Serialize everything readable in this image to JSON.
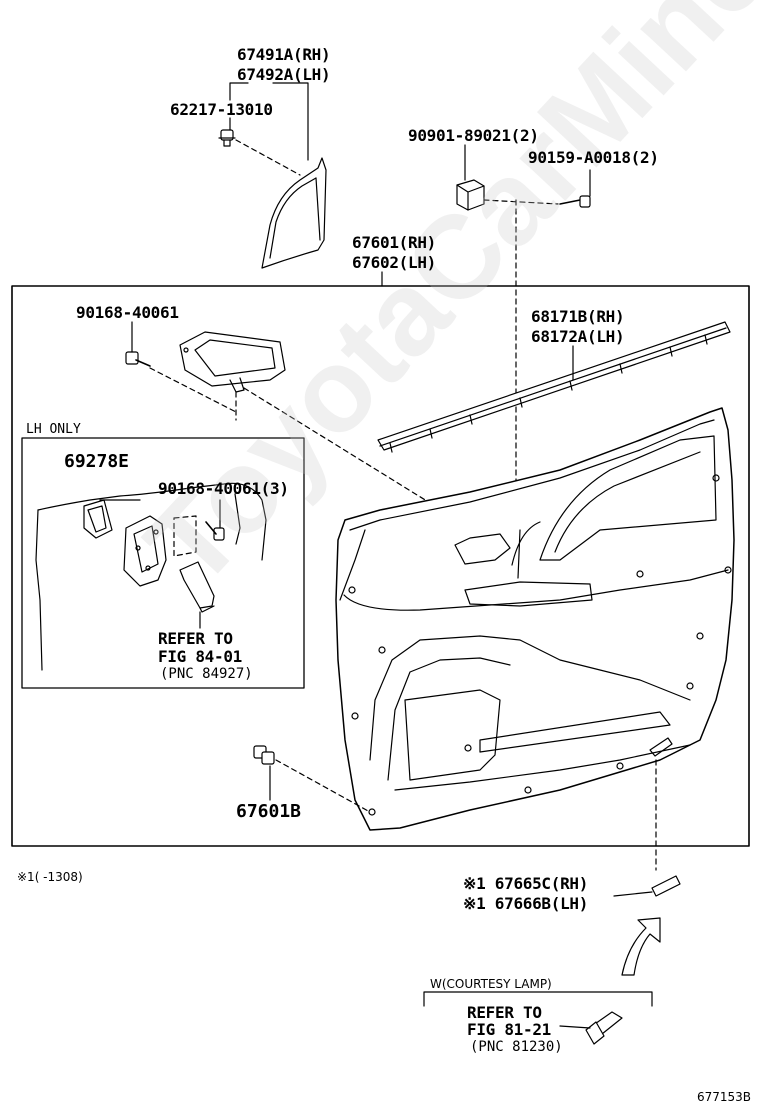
{
  "watermark": "ToyotaCarMine.ru",
  "labels": {
    "p67491a": "67491A(RH)",
    "p67492a": "67492A(LH)",
    "p62217": "62217-13010",
    "p90901": "90901-89021(2)",
    "p90159": "90159-A0018(2)",
    "p67601": "67601(RH)",
    "p67602": "67602(LH)",
    "p90168": "90168-40061",
    "p68171b": "68171B(RH)",
    "p68172a": "68172A(LH)",
    "lh_only": "LH ONLY",
    "p69278e": "69278E",
    "p90168x3": "90168-40061(3)",
    "refer1_line1": "REFER TO",
    "refer1_line2": "FIG 84-01",
    "refer1_line3": "(PNC 84927)",
    "p67601b": "67601B",
    "note1": "※1(     -1308)",
    "p67665c": "※1 67665C(RH)",
    "p67666b": "※1 67666B(LH)",
    "courtesy": "W(COURTESY LAMP)",
    "refer2_line1": "REFER TO",
    "refer2_line2": "FIG 81-21",
    "refer2_line3": "(PNC 81230)",
    "diagram_id": "677153B"
  }
}
